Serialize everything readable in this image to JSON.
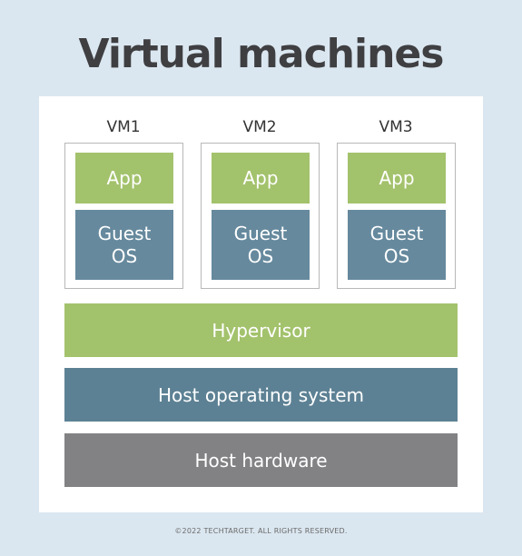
{
  "title": "Virtual machines",
  "vms": [
    {
      "label": "VM1",
      "app": "App",
      "guest_os_line1": "Guest",
      "guest_os_line2": "OS"
    },
    {
      "label": "VM2",
      "app": "App",
      "guest_os_line1": "Guest",
      "guest_os_line2": "OS"
    },
    {
      "label": "VM3",
      "app": "App",
      "guest_os_line1": "Guest",
      "guest_os_line2": "OS"
    }
  ],
  "layers": {
    "hypervisor": "Hypervisor",
    "host_os": "Host operating system",
    "host_hardware": "Host hardware"
  },
  "copyright": "©2022 TECHTARGET. ALL RIGHTS RESERVED.",
  "colors": {
    "background": "#dbe7f0",
    "app_green": "#a3c26c",
    "guest_os_blue": "#66899d",
    "host_os_blue": "#5d8194",
    "hardware_gray": "#828285",
    "title_text": "#3f3f42"
  }
}
